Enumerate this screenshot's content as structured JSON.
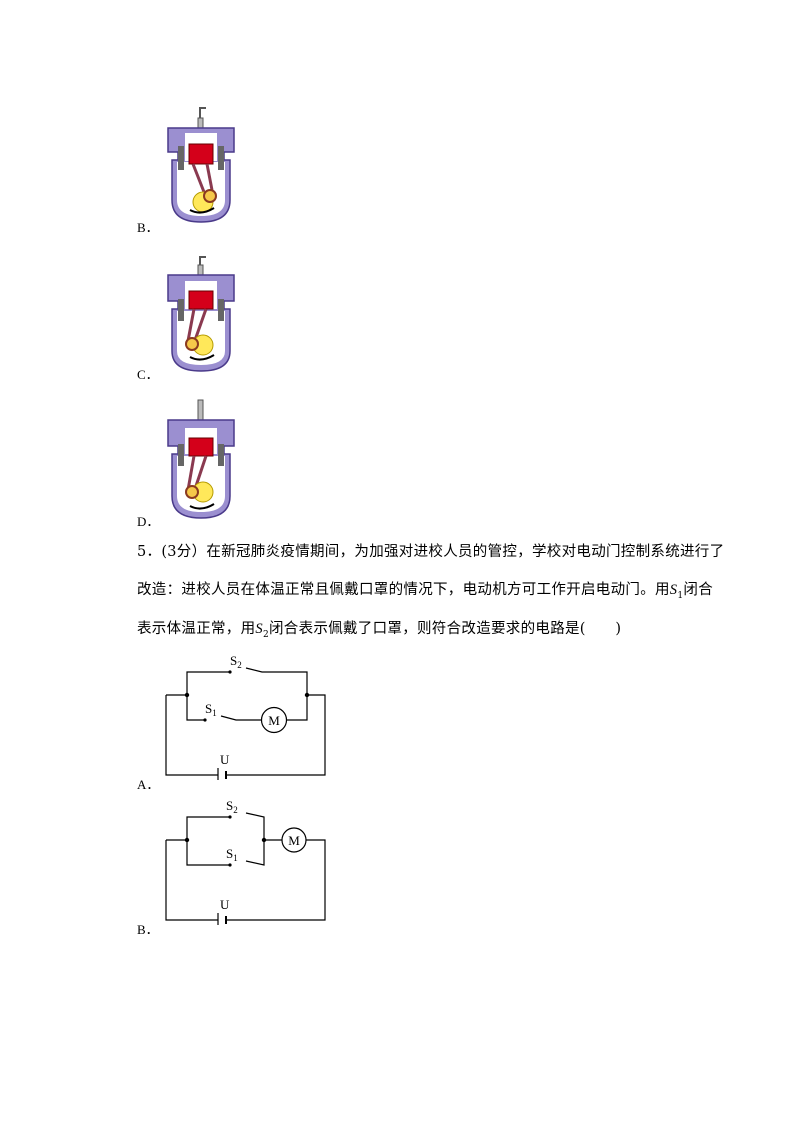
{
  "engine_options": [
    {
      "label": "B．",
      "icon": "engine-cross-section-icon"
    },
    {
      "label": "C．",
      "icon": "engine-cross-section-icon"
    },
    {
      "label": "D．",
      "icon": "engine-cross-section-icon"
    }
  ],
  "question5": {
    "line1": "5．(3分）在新冠肺炎疫情期间，为加强对进校人员的管控，学校对电动门控制系统进行了",
    "line2": "改造：进校人员在体温正常且佩戴口罩的情况下，电动机方可工作开启电动门。用",
    "line2_sym": "S",
    "line2_sub": "1",
    "line2_end": "闭合",
    "line3_start": "表示体温正常，用",
    "line3_sym": "S",
    "line3_sub": "2",
    "line3_end": "闭合表示佩戴了口罩，则符合改造要求的电路是(　　)"
  },
  "circuit_options": [
    {
      "label": "A．",
      "s_top": "S",
      "s_top_sub": "2",
      "s_bottom": "S",
      "s_bottom_sub": "1",
      "motor": "M",
      "source": "U"
    },
    {
      "label": "B．",
      "s_top": "S",
      "s_top_sub": "2",
      "s_bottom": "S",
      "s_bottom_sub": "1",
      "motor": "M",
      "source": "U"
    }
  ]
}
